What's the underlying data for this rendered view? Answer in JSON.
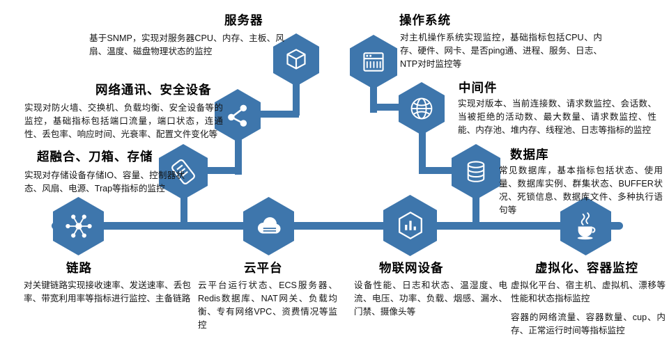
{
  "colors": {
    "accent_blue": "#3e76ac",
    "title_color": "#000000",
    "body_color": "#141414"
  },
  "icons": {
    "server": "cube-icon",
    "os": "server-rack-icon",
    "network": "share-nodes-icon",
    "middleware": "globe-icon",
    "storage": "scroll-icon",
    "database": "database-icon",
    "link": "hub-network-icon",
    "cloud": "cloud-icon",
    "iot": "box-chart-icon",
    "virtualization": "java-cup-icon"
  },
  "branches": {
    "server": {
      "title": "服务器",
      "desc": "基于SNMP，实现对服务器CPU、内存、主板、风扇、温度、磁盘物理状态的监控"
    },
    "os": {
      "title": "操作系统",
      "desc": "对主机操作系统实现监控，基础指标包括CPU、内存、硬件、网卡、是否ping通、进程、服务、日志、NTP对时监控等"
    },
    "network": {
      "title": "网络通讯、安全设备",
      "desc": "实现对防火墙、交换机、负载均衡、安全设备等的监控，基础指标包括端口流量，端口状态，连通性、丢包率、响应时间、光衰率、配置文件变化等"
    },
    "middleware": {
      "title": "中间件",
      "desc": "实现对版本、当前连接数、请求数监控、会话数、当被拒绝的活动数、最大数量、请求数监控、性能、内存池、堆内存、线程池、日志等指标的监控"
    },
    "storage": {
      "title": "超融合、刀箱、存储",
      "desc": "实现对存储设备存储IO、容量、控制器状态、风扇、电源、Trap等指标的监控"
    },
    "database": {
      "title": "数据库",
      "desc": "常见数据库，基本指标包括状态、使用量、数据库实例、群集状态、BUFFER状况、死锁信息、数据库文件、多种执行语句等"
    },
    "link": {
      "title": "链路",
      "desc": "对关键链路实现接收速率、发送速率、丢包率、带宽利用率等指标进行监控、主备链路"
    },
    "cloud": {
      "title": "云平台",
      "desc": "云平台运行状态、ECS服务器、Redis数据库、NAT网关、负载均衡、专有网络VPC、资费情况等监控"
    },
    "iot": {
      "title": "物联网设备",
      "desc": "设备性能、日志和状态、温湿度、电流、电压、功率、负载、烟感、漏水、门禁、摄像头等"
    },
    "virtualization": {
      "title": "虚拟化、容器监控",
      "desc1": "虚拟化平台、宿主机、虚拟机、漂移等性能和状态指标监控",
      "desc2": "容器的网络流量、容器数量、cup、内存、正常运行时间等指标监控"
    }
  }
}
